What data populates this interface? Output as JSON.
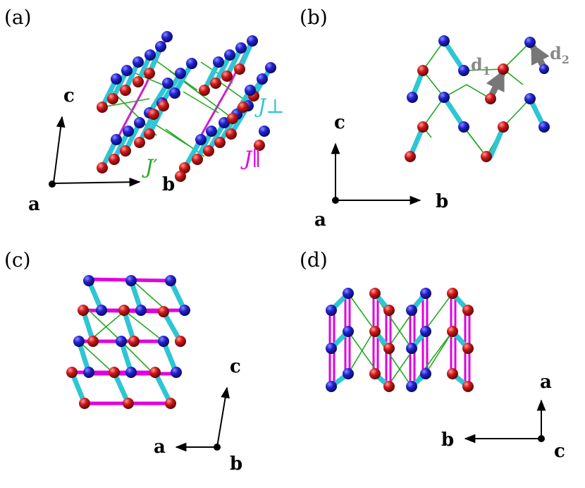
{
  "panels": [
    {
      "key": "a",
      "label": "(a)",
      "axes": [
        "c",
        "a",
        "b"
      ]
    },
    {
      "key": "b",
      "label": "(b)",
      "axes": [
        "c",
        "a",
        "b"
      ]
    },
    {
      "key": "c",
      "label": "(c)",
      "axes": [
        "c",
        "a",
        "b"
      ]
    },
    {
      "key": "d",
      "label": "(d)",
      "axes": [
        "a",
        "b",
        "c"
      ]
    }
  ],
  "couplings": {
    "j_perp": "J⊥",
    "j_par": "J∥",
    "j_prime": "J′"
  },
  "vectors": {
    "d1": "d1",
    "d2": "d2"
  },
  "colors": {
    "blue_atom": "#1a1ac0",
    "red_atom": "#c81010",
    "cyan_bond": "#2ec6d4",
    "green_bond": "#22aa22",
    "magenta_bond": "#e000e0",
    "gray_arrow": "#8a8a8a",
    "black": "#000000"
  }
}
